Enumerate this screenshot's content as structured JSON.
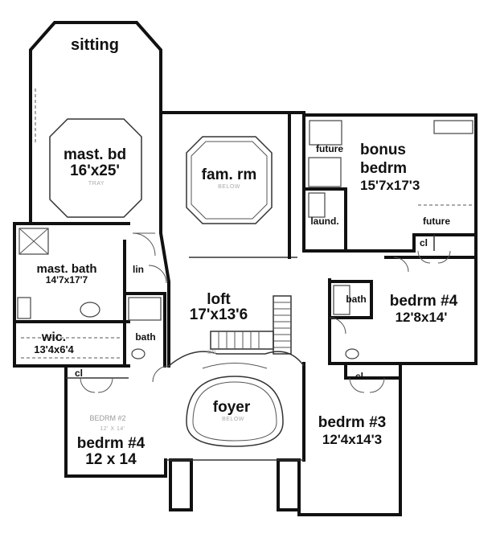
{
  "rooms": {
    "sitting": "sitting",
    "master_bed": {
      "name": "mast. bd",
      "size": "16'x25'",
      "note": "TRAY"
    },
    "family_room": {
      "name": "fam. rm",
      "note": "BELOW"
    },
    "future_top": "future",
    "bonus": {
      "name1": "bonus",
      "name2": "bedrm",
      "size": "15'7x17'3"
    },
    "laundry": "laund.",
    "future_right": "future",
    "closet_bonus": "cl",
    "linen": "lin",
    "master_bath": {
      "name": "mast. bath",
      "size": "14'7x17'7"
    },
    "loft": {
      "name": "loft",
      "size": "17'x13'6"
    },
    "bath_right": "bath",
    "bedroom4_right": {
      "name": "bedrm #4",
      "size": "12'8x14'"
    },
    "wic": {
      "name": "wic.",
      "size": "13'4x6'4"
    },
    "bath_center": "bath",
    "closet_bed3": "cl",
    "closet_bed4": "cl",
    "foyer": {
      "name": "foyer",
      "note": "BELOW"
    },
    "bedroom3": {
      "name": "bedrm #3",
      "size": "12'4x14'3"
    },
    "bedroom4_left": {
      "name": "bedrm #4",
      "size": "12 x 14",
      "ghost": "BEDRM #2",
      "ghost_size": "12' X 14'"
    },
    "stair_dn": "DN"
  }
}
